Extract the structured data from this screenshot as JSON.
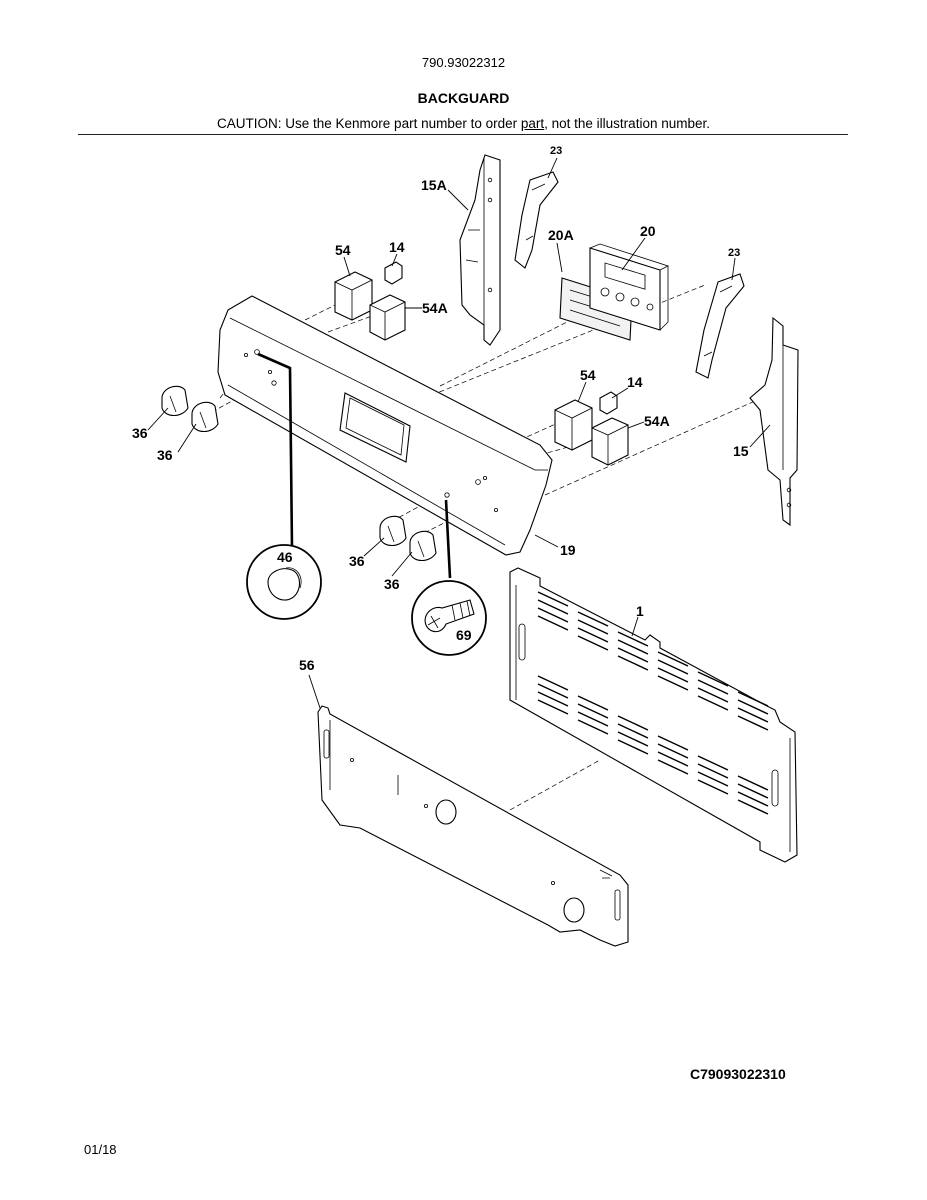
{
  "header": {
    "model_number": "790.93022312",
    "section_title": "BACKGUARD",
    "caution_before": "CAUTION: Use the Kenmore part number to order ",
    "caution_link": "part",
    "caution_after": ", not the illustration number."
  },
  "callouts": {
    "c23a": "23",
    "c23b": "23",
    "c15A": "15A",
    "c20A": "20A",
    "c20": "20",
    "c54a": "54",
    "c14a": "14",
    "c54Aa": "54A",
    "c54b": "54",
    "c14b": "14",
    "c54Ab": "54A",
    "c15": "15",
    "c36a": "36",
    "c36b": "36",
    "c36c": "36",
    "c36d": "36",
    "c19": "19",
    "c46": "46",
    "c69": "69",
    "c1": "1",
    "c56": "56"
  },
  "footer": {
    "diagram_code": "C79093022310",
    "date": "01/18"
  }
}
